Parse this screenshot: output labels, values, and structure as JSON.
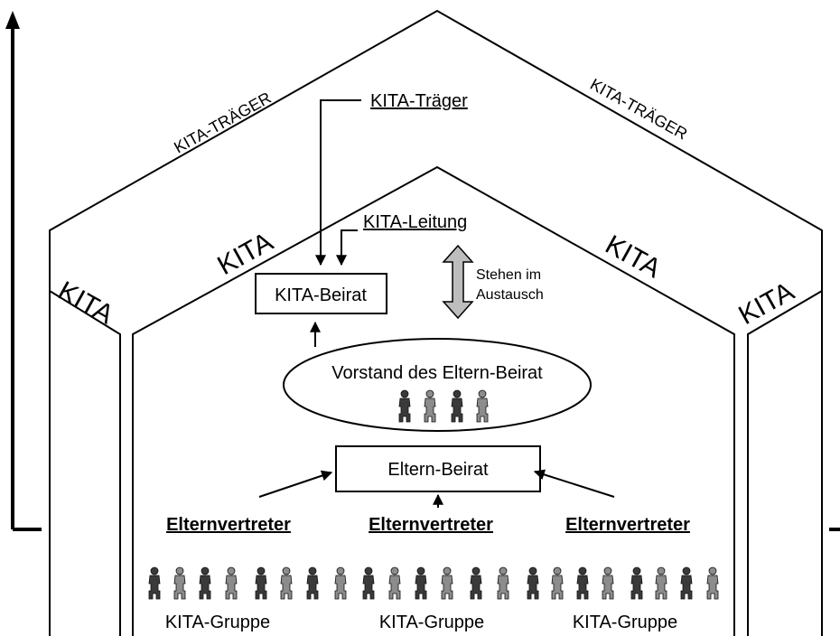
{
  "roof_labels": {
    "left": "KITA-TRÄGER",
    "right": "KITA-TRÄGER"
  },
  "house_labels": {
    "left": "KITA",
    "right": "KITA",
    "inner_left": "KITA",
    "inner_right": "KITA"
  },
  "traeger": "KITA-Träger",
  "leitung": "KITA-Leitung",
  "beirat": "KITA-Beirat",
  "exchange": {
    "line1": "Stehen im",
    "line2": "Austausch"
  },
  "vorstand": "Vorstand des Eltern-Beirat",
  "eltern_beirat": "Eltern-Beirat",
  "elternvertreter": [
    "Elternvertreter",
    "Elternvertreter",
    "Elternvertreter"
  ],
  "gruppen": [
    "KITA-Gruppe",
    "KITA-Gruppe",
    "KITA-Gruppe"
  ],
  "colors": {
    "dark_person": "#3a3a3a",
    "light_person": "#8c8c8c",
    "exchange_arrow": "#bdbdbd"
  },
  "icons": [
    "person-icon",
    "arrow-up-icon",
    "double-arrow-icon"
  ]
}
